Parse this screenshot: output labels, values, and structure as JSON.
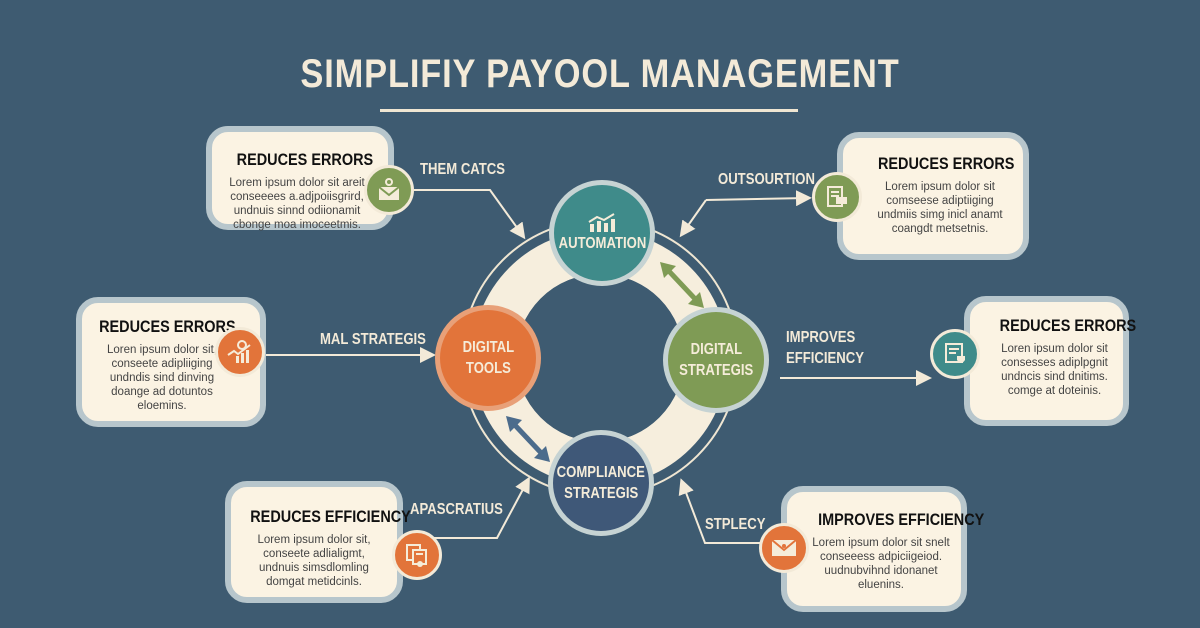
{
  "title": "SIMPLIFIY PAYOOL MANAGEMENT",
  "colors": {
    "background": "#3e5b71",
    "teal": "#3f8b8a",
    "orange": "#e2743a",
    "green": "#7f9b55",
    "navy": "#3f5878",
    "cream": "#fbf3e3"
  },
  "nodes": {
    "automation": {
      "label": "AUTOMATION",
      "icon": "bar-chart-growth-icon"
    },
    "digital_tools": {
      "line1": "DIGITAL",
      "line2": "TOOLS"
    },
    "digital_strategis": {
      "line1": "DIGITAL",
      "line2": "STRATEGIS"
    },
    "compliance": {
      "line1": "COMPLIANCE",
      "line2": "STRATEGIS"
    }
  },
  "connector_labels": {
    "top_left": "THEM CATCS",
    "top_right": "OUTSOURTION",
    "mid_left": "MAL STRATEGIS",
    "mid_right_1": "IMPROVES",
    "mid_right_2": "EFFICIENCY",
    "bottom_left": "APASCRATIUS",
    "bottom_right": "STPLECY"
  },
  "cards": [
    {
      "title": "REDUCES ERRORS",
      "lines": [
        "Lorem ipsum dolor sit areit",
        "conseeees a.adjpoiisgrird,",
        "undnuis sinnd odiionamit",
        "cbonge moa imoceetmis."
      ],
      "icon": "envelope-pin-icon"
    },
    {
      "title": "REDUCES ERRORS",
      "lines": [
        "Lorem ipsum dolor sit",
        "comseese adiptiiging",
        "undmiis simg inicl anamt",
        "coangdt metsetnis."
      ],
      "icon": "document-form-icon"
    },
    {
      "title": "REDUCES ERRORS",
      "lines": [
        "Loren ipsum dolor sit,",
        "conseete adipliiging",
        "undndis sind dinving",
        "doange ad dotuntos",
        "eloemins."
      ],
      "icon": "gear-chart-icon"
    },
    {
      "title": "REDUCES ERRORS",
      "lines": [
        "Loren ipsum dolor sit",
        "consesses adiplpgnit",
        "undncis sind dnitims.",
        "comge at doteinis."
      ],
      "icon": "checklist-shield-icon"
    },
    {
      "title": "REDUCES EFFICIENCY",
      "lines": [
        "Lorem ipsum dolor sit,",
        "conseete adlialigmt,",
        "undnuis simsdlomling",
        "domgat metidcinls."
      ],
      "icon": "documents-coin-icon"
    },
    {
      "title": "IMPROVES EFFICIENCY",
      "lines": [
        "Lorem ipsum dolor sit snelt",
        "conseeess adpiciigeiod.",
        "uudnubvihnd idonanet",
        "eluenins."
      ],
      "icon": "envelope-icon"
    }
  ]
}
